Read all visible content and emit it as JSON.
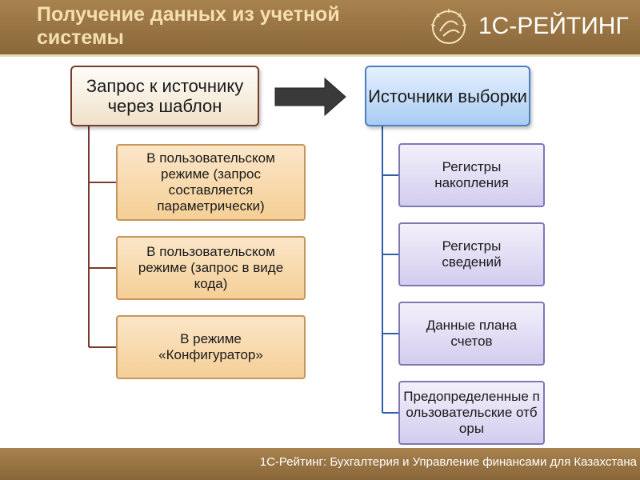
{
  "header": {
    "title": "Получение данных из учетной системы",
    "brand": "1С-РЕЙТИНГ"
  },
  "diagram": {
    "left_root": "Запрос к источнику через шаблон",
    "right_root": "Источники выборки",
    "left_children": [
      "В пользовательском режиме (запрос составляется параметрически)",
      "В пользовательском режиме (запрос в виде кода)",
      "В режиме «Конфигуратор»"
    ],
    "right_children": [
      "Регистры накопления",
      "Регистры сведений",
      "Данные плана счетов",
      "Предопределенные пользовательские отборы"
    ]
  },
  "footer": {
    "text": "1С-Рейтинг: Бухгалтерия и Управление финансами для Казахстана"
  },
  "colors": {
    "header_bg": "#9a7645",
    "left_connector": "#7a3c2a",
    "right_connector": "#2f5fa8",
    "arrow": "#3a3a3a"
  }
}
